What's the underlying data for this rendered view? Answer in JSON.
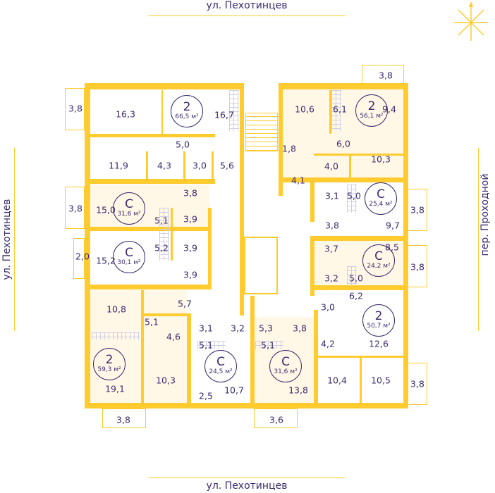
{
  "streets": {
    "top": "ул. Пехотинцев",
    "bottom": "ул. Пехотинцев",
    "left": "ул. Пехотинцев",
    "right": "пер. Проходной"
  },
  "compass": "compass-star-icon",
  "colors": {
    "wall": "#ffcb2e",
    "text": "#3b2a6e",
    "highlight": "#fff8e6"
  },
  "area_unit": "м²",
  "apartments": [
    {
      "type": "2",
      "area": "66,5 м²",
      "rooms": [
        "16,3",
        "16,7",
        "5,0",
        "11,9",
        "4,3",
        "3,0",
        "5,6"
      ],
      "balconies": [
        "3,8"
      ]
    },
    {
      "type": "С",
      "area": "31,6 м²",
      "rooms": [
        "15,0",
        "3,8",
        "5,1",
        "3,9"
      ],
      "balconies": [
        "3,8"
      ]
    },
    {
      "type": "С",
      "area": "30,1 м²",
      "rooms": [
        "15,2",
        "5,2",
        "3,9",
        "3,9"
      ],
      "balconies": [
        "2,0"
      ]
    },
    {
      "type": "2",
      "area": "56,1 м²",
      "rooms": [
        "10,6",
        "6,1",
        "9,4",
        "6,0",
        "1,8",
        "4,0",
        "10,3",
        "4,1"
      ],
      "balconies": [
        "3,8"
      ]
    },
    {
      "type": "С",
      "area": "25,4 м²",
      "rooms": [
        "3,1",
        "5,0",
        "3,8",
        "9,7"
      ],
      "balconies": [
        "3,8"
      ]
    },
    {
      "type": "С",
      "area": "24,2 м²",
      "rooms": [
        "3,7",
        "8,5",
        "3,2",
        "5,0",
        "6,2"
      ],
      "balconies": [
        "3,8"
      ]
    },
    {
      "type": "2",
      "area": "50,7 м²",
      "rooms": [
        "3,0",
        "4,2",
        "12,6",
        "10,4",
        "10,5"
      ],
      "balconies": [
        "3,8"
      ]
    },
    {
      "type": "2",
      "area": "59,3 м²",
      "rooms": [
        "10,8",
        "5,7",
        "5,1",
        "4,6",
        "19,1",
        "10,3"
      ],
      "balconies": [
        "3,8"
      ]
    },
    {
      "type": "С",
      "area": "24,5 м²",
      "rooms": [
        "3,1",
        "3,2",
        "5,1",
        "10,7",
        "2,5"
      ],
      "balconies": []
    },
    {
      "type": "С",
      "area": "31,6 м²",
      "rooms": [
        "5,3",
        "3,8",
        "5,1",
        "13,8"
      ],
      "balconies": [
        "3,6"
      ]
    }
  ]
}
